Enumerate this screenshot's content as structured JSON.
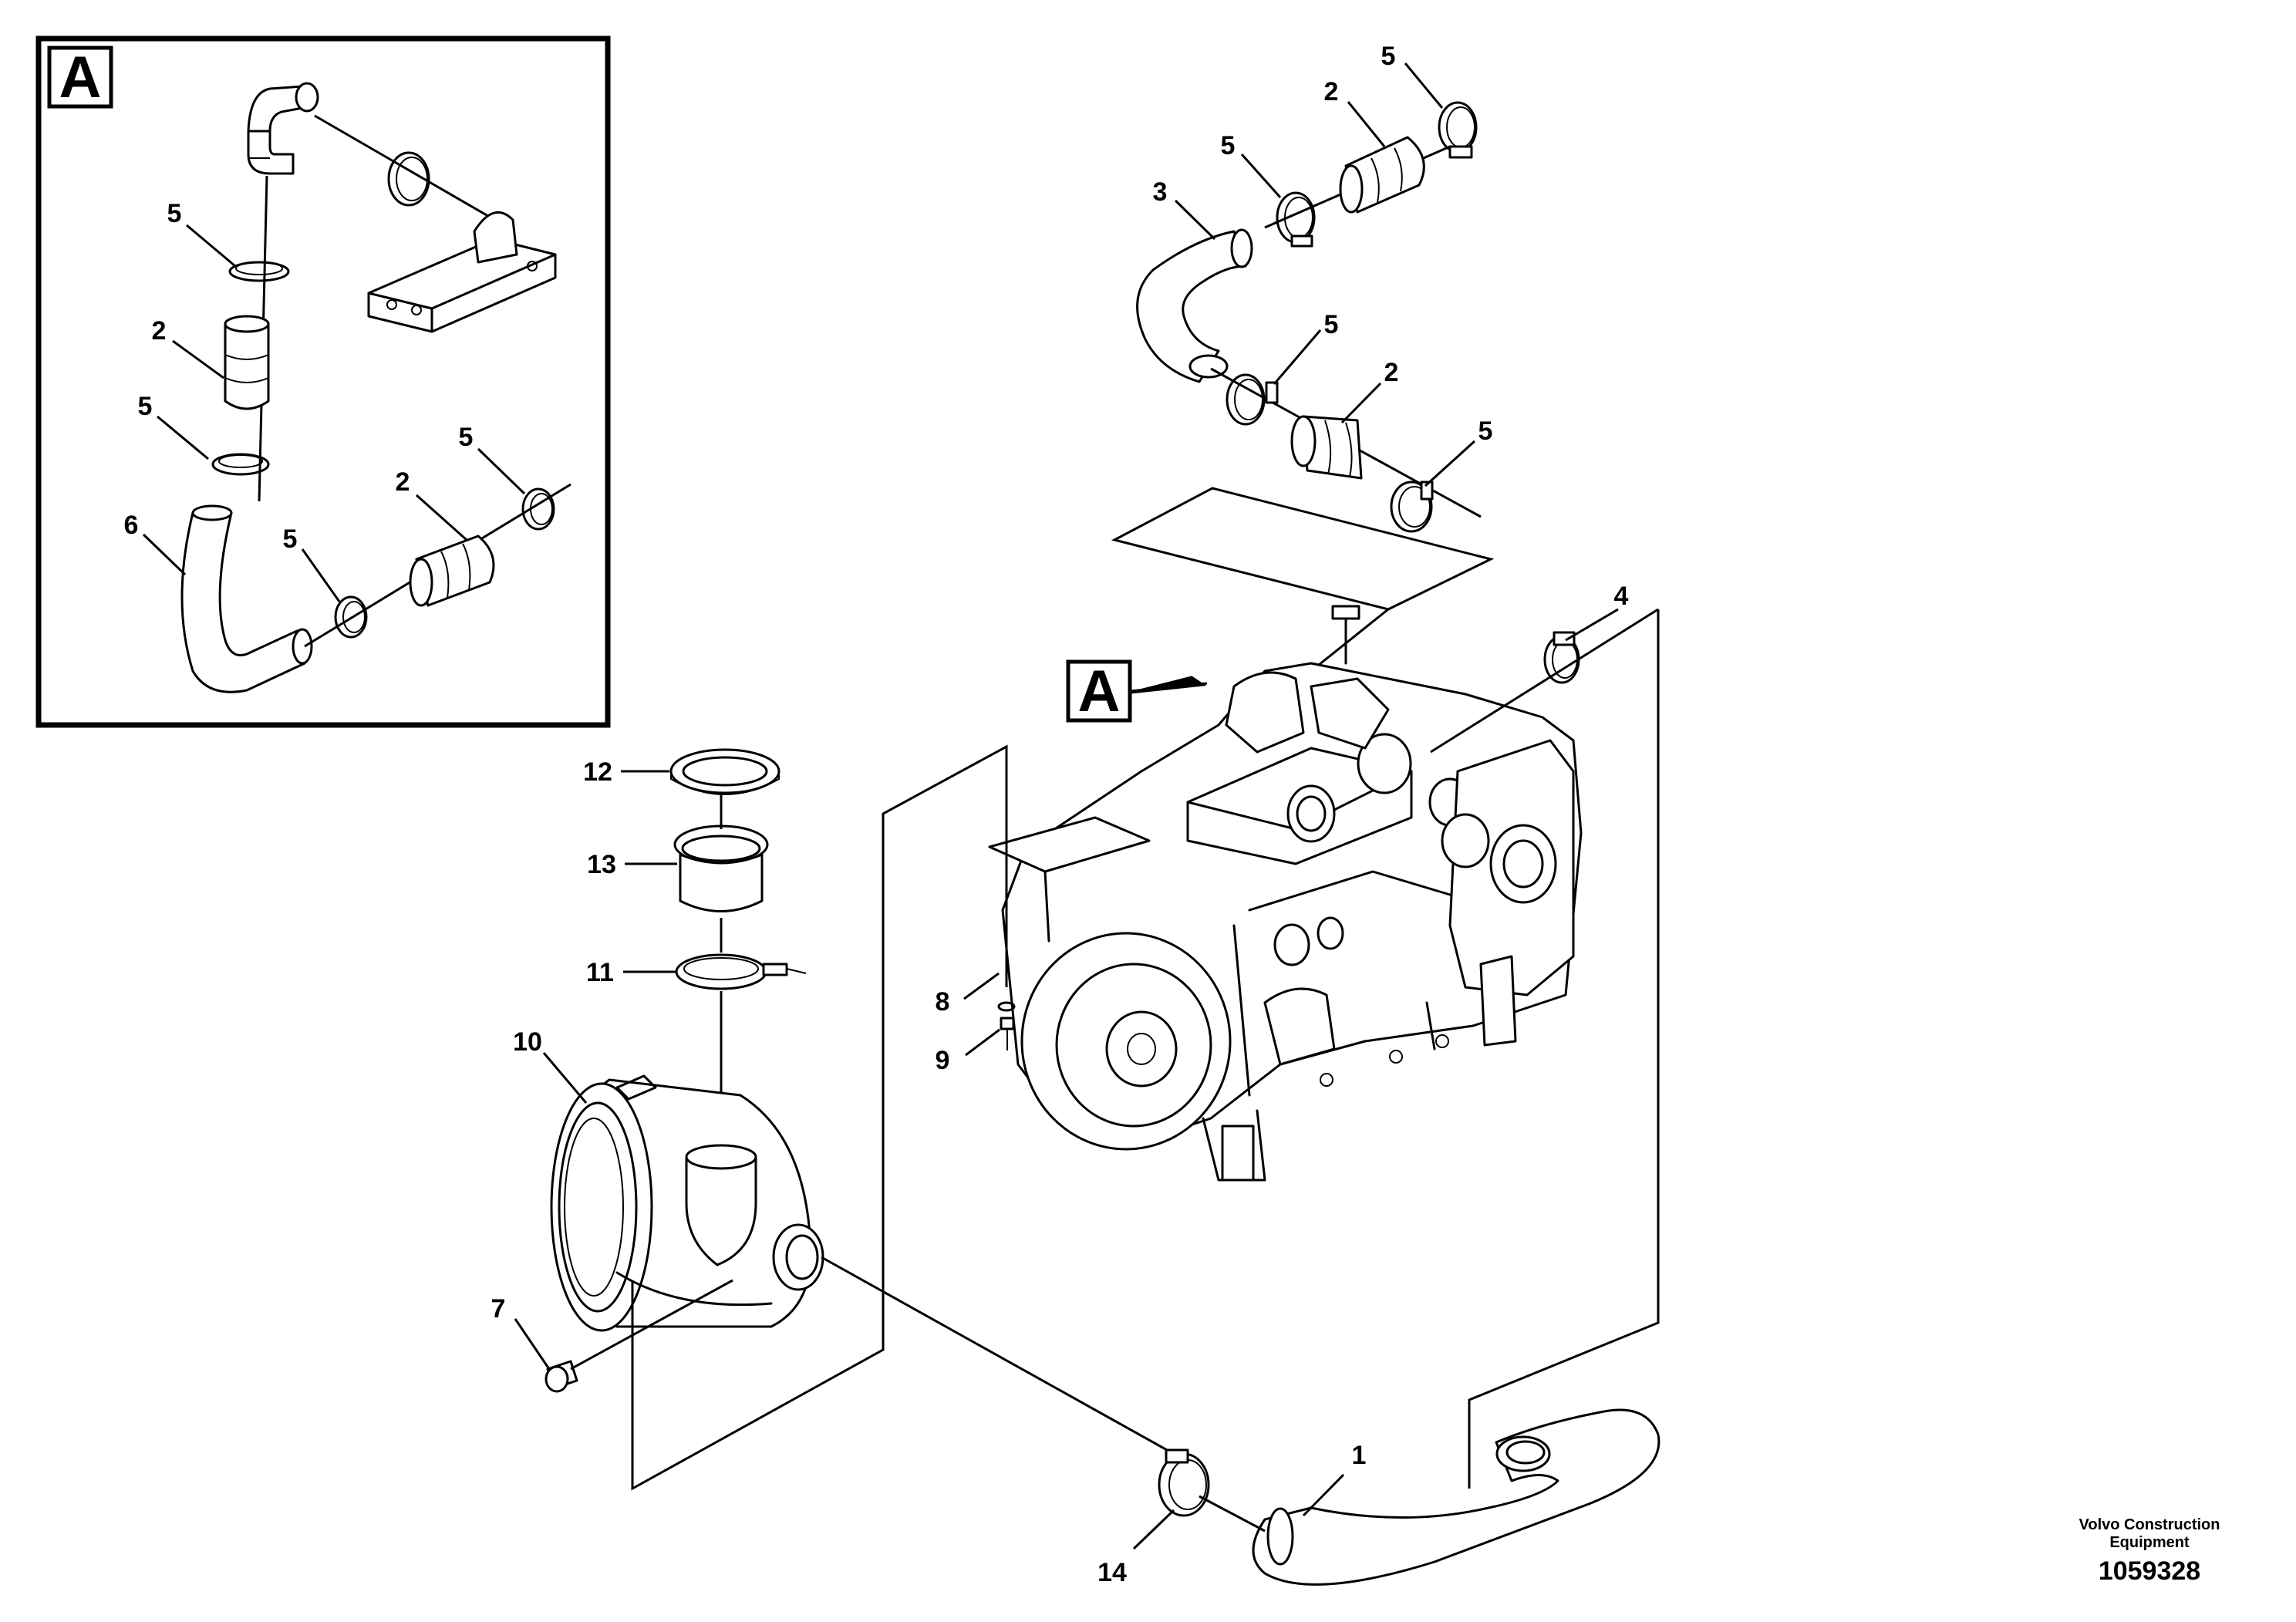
{
  "detail_box": {
    "label": "A"
  },
  "engine_marker": {
    "label": "A"
  },
  "callouts": {
    "a_5_top": "5",
    "a_2_upper": "2",
    "a_5_mid": "5",
    "a_6": "6",
    "a_5_low": "5",
    "a_2_lower": "2",
    "a_5_right": "5",
    "m_5_top": "5",
    "m_2_top": "2",
    "m_5_left": "5",
    "m_3": "3",
    "m_5_mid": "5",
    "m_2_mid": "2",
    "m_5_right": "5",
    "m_4": "4",
    "m_12": "12",
    "m_13": "13",
    "m_11": "11",
    "m_10": "10",
    "m_8": "8",
    "m_9": "9",
    "m_7": "7",
    "m_1": "1",
    "m_14": "14"
  },
  "footer": {
    "brand_line1": "Volvo Construction",
    "brand_line2": "Equipment",
    "doc_number": "1059328"
  }
}
